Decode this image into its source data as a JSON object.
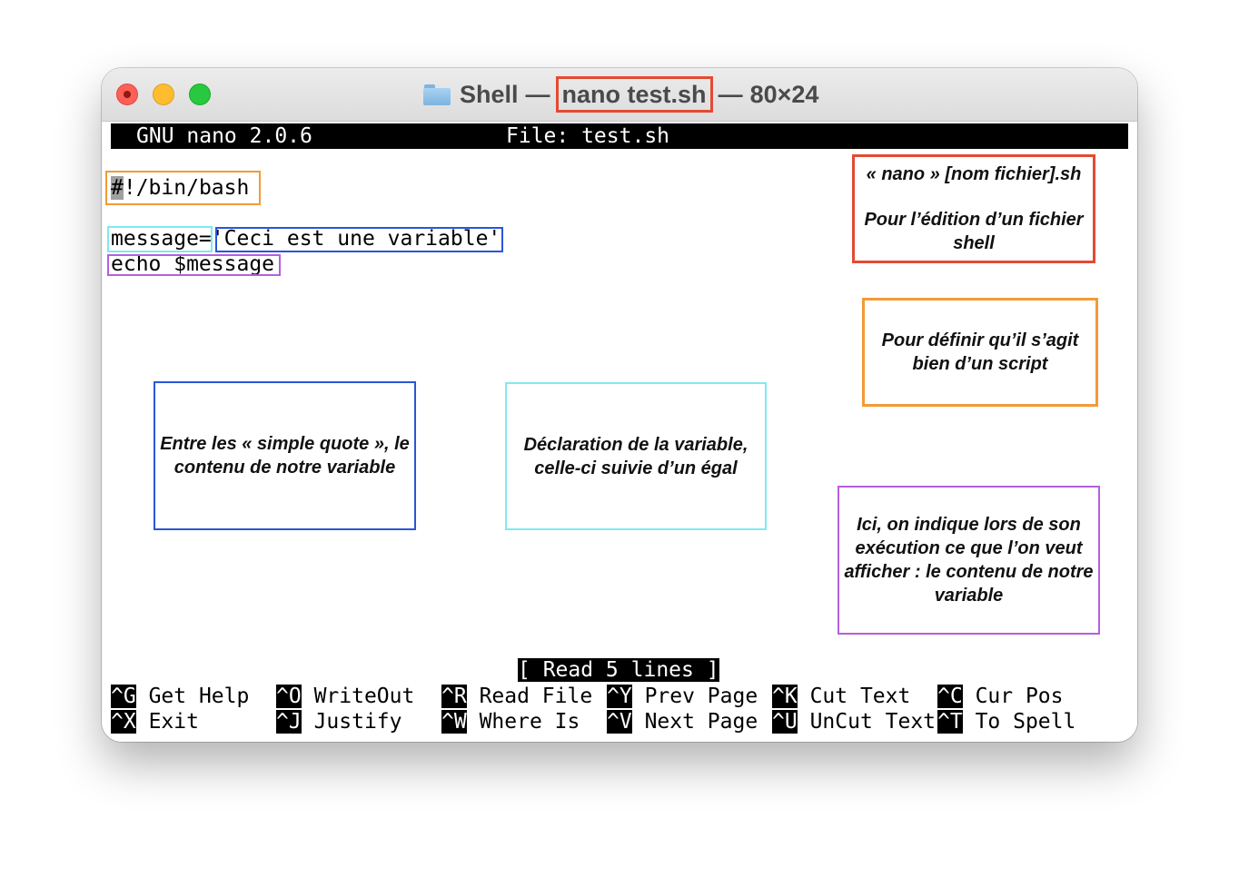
{
  "window": {
    "app_name": "Shell",
    "separator": "—",
    "command": "nano test.sh",
    "dimensions": "80×24",
    "folder_icon": "folder-icon"
  },
  "nano": {
    "header_left": "GNU nano 2.0.6",
    "header_right": "File: test.sh",
    "status": "[ Read 5 lines ]"
  },
  "code": {
    "shebang_first": "#",
    "shebang_rest": "!/bin/bash",
    "assign": "message=",
    "value": "'Ceci est une variable'",
    "echo": "echo $message"
  },
  "annotations": {
    "nano_title": "« nano » [nom fichier].sh",
    "nano_desc": "Pour l’édition d’un fichier shell",
    "shebang": "Pour définir qu’il s’agit bien d’un script",
    "quote": "Entre les « simple quote », le contenu de notre variable",
    "declaration": "Déclaration de la variable, celle-ci suivie d’un égal",
    "echo": "Ici, on indique lors de son exécution ce que l’on veut afficher : le contenu de notre variable"
  },
  "shortcuts": [
    {
      "key": "^G",
      "label": "Get Help"
    },
    {
      "key": "^O",
      "label": "WriteOut"
    },
    {
      "key": "^R",
      "label": "Read File"
    },
    {
      "key": "^Y",
      "label": "Prev Page"
    },
    {
      "key": "^K",
      "label": "Cut Text"
    },
    {
      "key": "^C",
      "label": "Cur Pos"
    },
    {
      "key": "^X",
      "label": "Exit"
    },
    {
      "key": "^J",
      "label": "Justify"
    },
    {
      "key": "^W",
      "label": "Where Is"
    },
    {
      "key": "^V",
      "label": "Next Page"
    },
    {
      "key": "^U",
      "label": "UnCut Text"
    },
    {
      "key": "^T",
      "label": "To Spell"
    }
  ],
  "colors": {
    "red": "#e34a33",
    "orange": "#f39a36",
    "cyan": "#7eeaf0",
    "blue": "#2b55d9",
    "purple": "#b55fde"
  }
}
